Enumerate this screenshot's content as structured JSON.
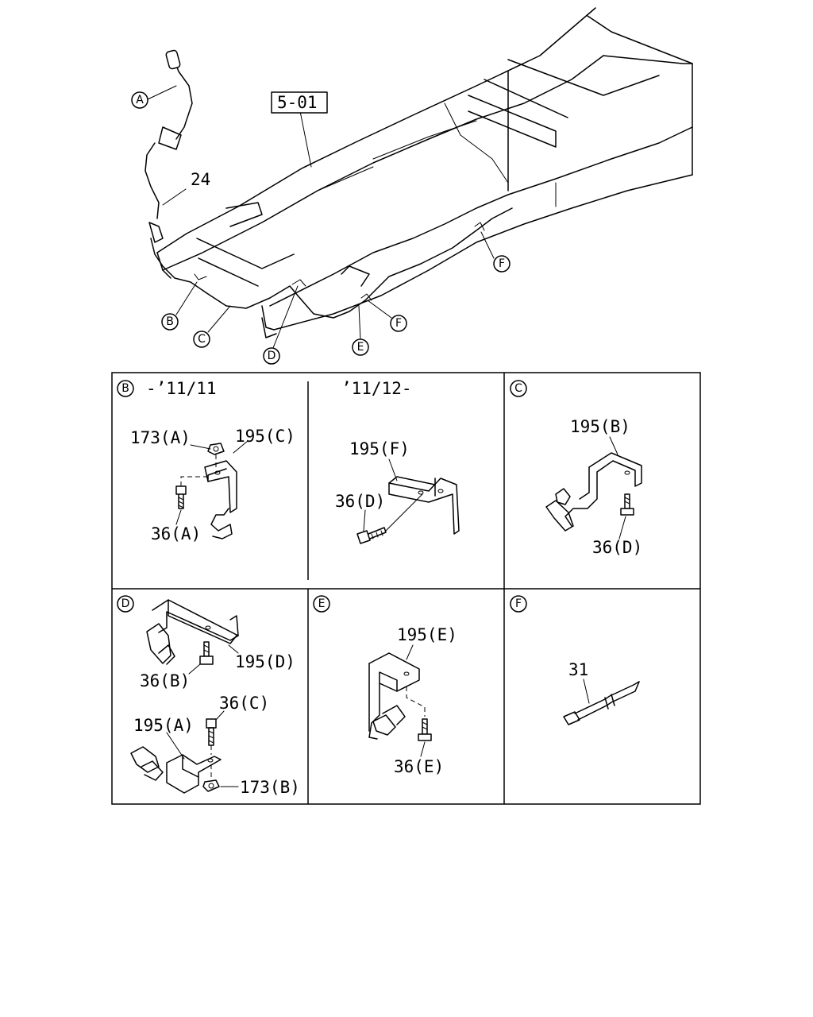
{
  "overview": {
    "ref_box": "5-01",
    "part_24": "24",
    "callouts": {
      "a": "A",
      "b": "B",
      "c": "C",
      "d": "D",
      "e": "E",
      "f1": "F",
      "f2": "F"
    }
  },
  "panels": {
    "b": {
      "letter": "B",
      "date_early": "-’11/11",
      "date_late": "’11/12-",
      "nut_173a": "173(A)",
      "bracket_195c": "195(C)",
      "bolt_36a": "36(A)",
      "bracket_195f": "195(F)",
      "bolt_36d": "36(D)"
    },
    "c": {
      "letter": "C",
      "bracket_195b": "195(B)",
      "bolt_36d": "36(D)"
    },
    "d": {
      "letter": "D",
      "bracket_195d": "195(D)",
      "bolt_36b": "36(B)",
      "bolt_36c": "36(C)",
      "bracket_195a": "195(A)",
      "nut_173b": "173(B)"
    },
    "e": {
      "letter": "E",
      "bracket_195e": "195(E)",
      "bolt_36e": "36(E)"
    },
    "f": {
      "letter": "F",
      "tie_31": "31"
    }
  }
}
